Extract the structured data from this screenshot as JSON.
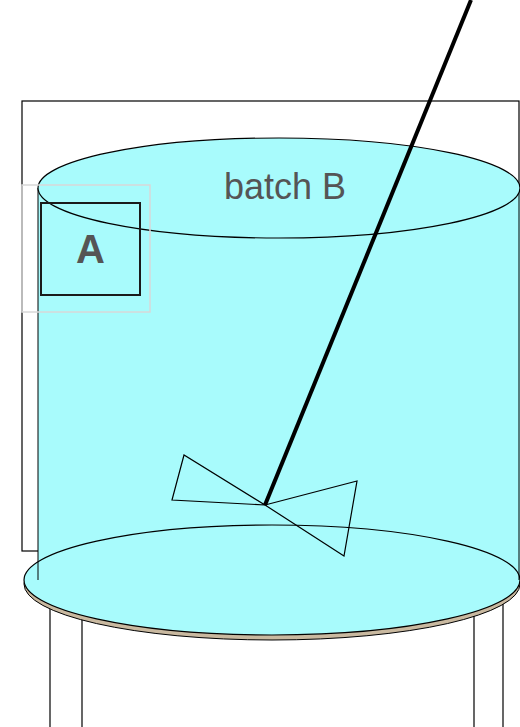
{
  "diagram": {
    "nodes": [
      {
        "text": [
          "batch B"
        ]
      },
      {
        "text": [
          "A"
        ],
        "in": 0
      }
    ]
  }
}
